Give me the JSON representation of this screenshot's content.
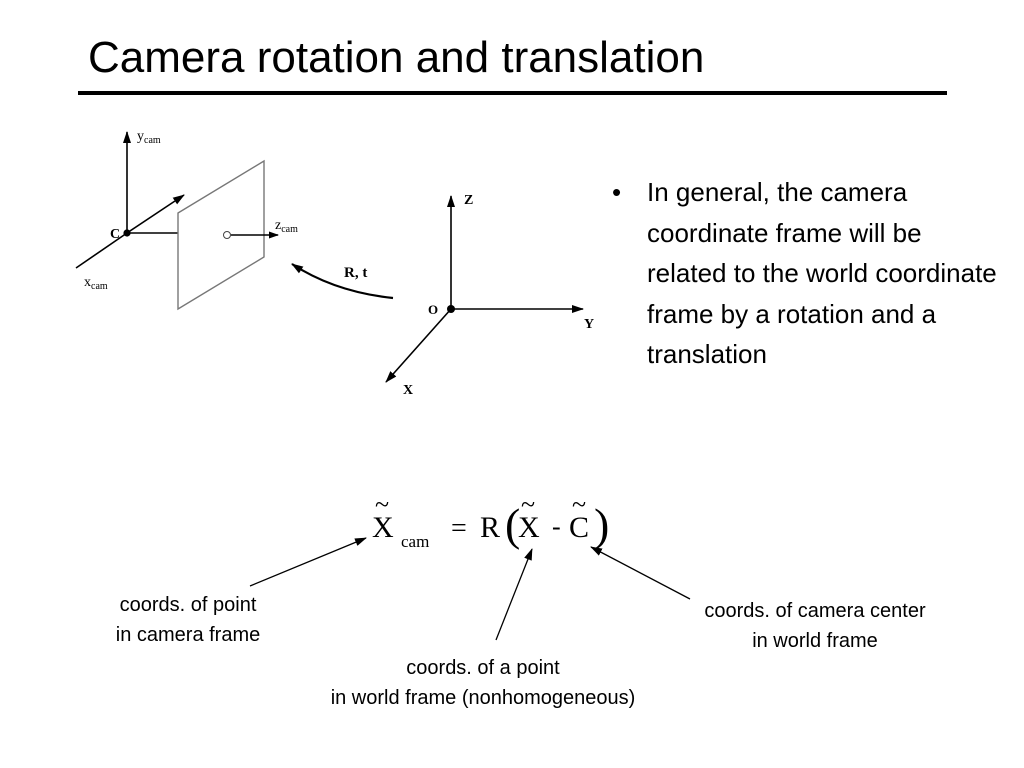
{
  "slide": {
    "title": "Camera rotation and translation",
    "bullet": "In general, the camera coordinate frame will be related to the world coordinate frame by a rotation and a translation"
  },
  "diagram": {
    "camera_axis_y": "y",
    "camera_axis_x": "x",
    "camera_axis_z": "z",
    "cam_subscript": "cam",
    "camera_center": "C",
    "transform_label": "R, t",
    "world_axis_z": "Z",
    "world_axis_y": "Y",
    "world_axis_x": "X",
    "world_origin": "O"
  },
  "equation": {
    "lhs_symbol": "X",
    "lhs_subscript": "cam",
    "equals": "=",
    "rotation": "R",
    "open_paren": "(",
    "point_symbol": "X",
    "minus": "-",
    "center_symbol": "C",
    "close_paren": ")",
    "tilde": "~"
  },
  "callouts": {
    "camera_frame_line1": "coords. of point",
    "camera_frame_line2": "in camera frame",
    "world_point_line1": "coords. of a point",
    "world_point_line2": "in world frame (nonhomogeneous)",
    "camera_center_line1": "coords. of camera center",
    "camera_center_line2": "in world frame"
  }
}
